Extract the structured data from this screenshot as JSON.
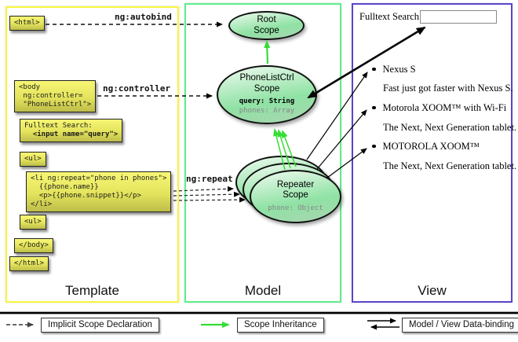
{
  "panel_labels": {
    "template": "Template",
    "model": "Model",
    "view": "View"
  },
  "template_boxes": {
    "html_open": {
      "lines": [
        "<html>"
      ]
    },
    "body_open": {
      "lines": [
        "<body",
        " ng:controller=",
        " \"PhoneListCtrl\">"
      ]
    },
    "fulltext": {
      "lines": [
        "Fulltext Search:",
        "  <input name=\"query\">"
      ]
    },
    "ul_open": {
      "lines": [
        "<ul>"
      ]
    },
    "li_repeat": {
      "lines": [
        "<li ng:repeat=\"phone in phones\">",
        "  {{phone.name}}",
        "  <p>{{phone.snippet}}</p>",
        "</li>"
      ]
    },
    "ul_close": {
      "lines": [
        "<ul>"
      ]
    },
    "body_close": {
      "lines": [
        "</body>"
      ]
    },
    "html_close": {
      "lines": [
        "</html>"
      ]
    }
  },
  "arrow_labels": {
    "autobind": "ng:autobind",
    "controller": "ng:controller",
    "repeat": "ng:repeat"
  },
  "model": {
    "root_scope": {
      "line1": "Root",
      "line2": "Scope"
    },
    "phonelist_scope": {
      "line1": "PhoneListCtrl",
      "line2": "Scope",
      "prop_query": "query: String",
      "prop_phones": "phones: Array"
    },
    "repeater_scope": {
      "line1": "Repeater",
      "line2": "Scope",
      "prop_phone": "phone: Object"
    }
  },
  "view": {
    "search_label": "Fulltext Search:",
    "search_value": "",
    "items": [
      {
        "name": "Nexus S",
        "snippet": "Fast just got faster with Nexus S."
      },
      {
        "name": "Motorola XOOM™  with Wi-Fi",
        "snippet": "The Next, Next Generation tablet."
      },
      {
        "name": "MOTOROLA XOOM™",
        "snippet": "The Next, Next Generation tablet."
      }
    ]
  },
  "legend": {
    "implicit": "Implicit Scope Declaration",
    "inheritance": "Scope Inheritance",
    "databinding": "Model / View Data-binding"
  },
  "colors": {
    "template_border": "#f6f63c",
    "model_border": "#5dee8d",
    "view_border": "#5b45cb",
    "inheritance_green": "#35dd35"
  }
}
